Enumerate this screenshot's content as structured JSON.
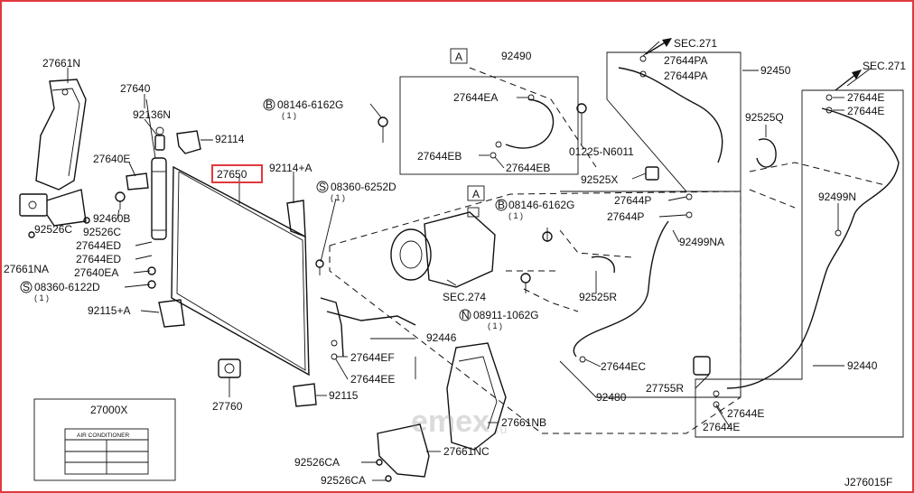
{
  "colors": {
    "highlight": "#e0393e",
    "ink": "#111111"
  },
  "callouts": {
    "27661N": "27661N",
    "27640": "27640",
    "92136N": "92136N",
    "92114": "92114",
    "b08146_top": "08146-6162G",
    "b08146_top_qty": "( 1 )",
    "27640E": "27640E",
    "27650": "27650",
    "92114A": "92114+A",
    "s08360_6252D": "08360-6252D",
    "s08360_6252D_qty": "( 1 )",
    "92460B": "92460B",
    "92526C_a": "92526C",
    "92526C_b": "92526C",
    "27644ED_a": "27644ED",
    "27644ED_b": "27644ED",
    "27661NA": "27661NA",
    "27640EA": "27640EA",
    "s08360_6122D": "08360-6122D",
    "s08360_6122D_qty": "( 1 )",
    "92115A": "92115+A",
    "27760": "27760",
    "92115": "92115",
    "92490": "92490",
    "27644EA": "27644EA",
    "27644EB_a": "27644EB",
    "27644EB_b": "27644EB",
    "01225_N6011": "01225-N6011",
    "sec271_a": "SEC.271",
    "27644PA_a": "27644PA",
    "27644PA_b": "27644PA",
    "92450": "92450",
    "sec271_b": "SEC.271",
    "27644E_a": "27644E",
    "27644E_b": "27644E",
    "92525Q": "92525Q",
    "92525X": "92525X",
    "27644P_a": "27644P",
    "27644P_b": "27644P",
    "b08146_mid": "08146-6162G",
    "b08146_mid_qty": "( 1 )",
    "92499NA": "92499NA",
    "92499N": "92499N",
    "sec274": "SEC.274",
    "92525R": "92525R",
    "n08911": "08911-1062G",
    "n08911_qty": "( 1 )",
    "92446": "92446",
    "27644EF": "27644EF",
    "27644EE": "27644EE",
    "27644EC": "27644EC",
    "92480": "92480",
    "27755R": "27755R",
    "27644E_c": "27644E",
    "27644E_d": "27644E",
    "92440": "92440",
    "27661NB": "27661NB",
    "27661NC": "27661NC",
    "92526CA_a": "92526CA",
    "92526CA_b": "92526CA",
    "27000X": "27000X",
    "label_text": "AIR CONDITIONER",
    "ref_a_1": "A",
    "ref_a_2": "A",
    "prefix_b": "B",
    "prefix_s": "S",
    "prefix_n": "N",
    "diagram_code": "J276015F"
  },
  "watermark": {
    "text": "emex",
    "suffix": ".ru"
  }
}
